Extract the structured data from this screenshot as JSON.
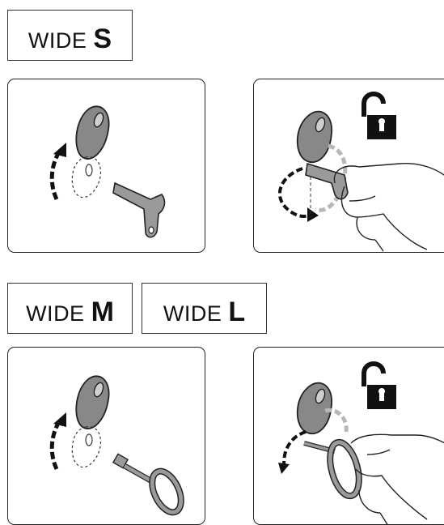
{
  "labels": {
    "s": {
      "word": "WIDE",
      "size": "S"
    },
    "m": {
      "word": "WIDE",
      "size": "M"
    },
    "l": {
      "word": "WIDE",
      "size": "L"
    }
  },
  "colors": {
    "stroke": "#222222",
    "cap_fill": "#888888",
    "key_fill": "#9a9a9a",
    "arrow_light": "#b8b8b8",
    "lock_fill": "#111111"
  },
  "icons": [
    "rotate-arrow-icon",
    "cap-icon",
    "key-s-icon",
    "key-ml-icon",
    "hand-icon",
    "unlock-icon"
  ]
}
